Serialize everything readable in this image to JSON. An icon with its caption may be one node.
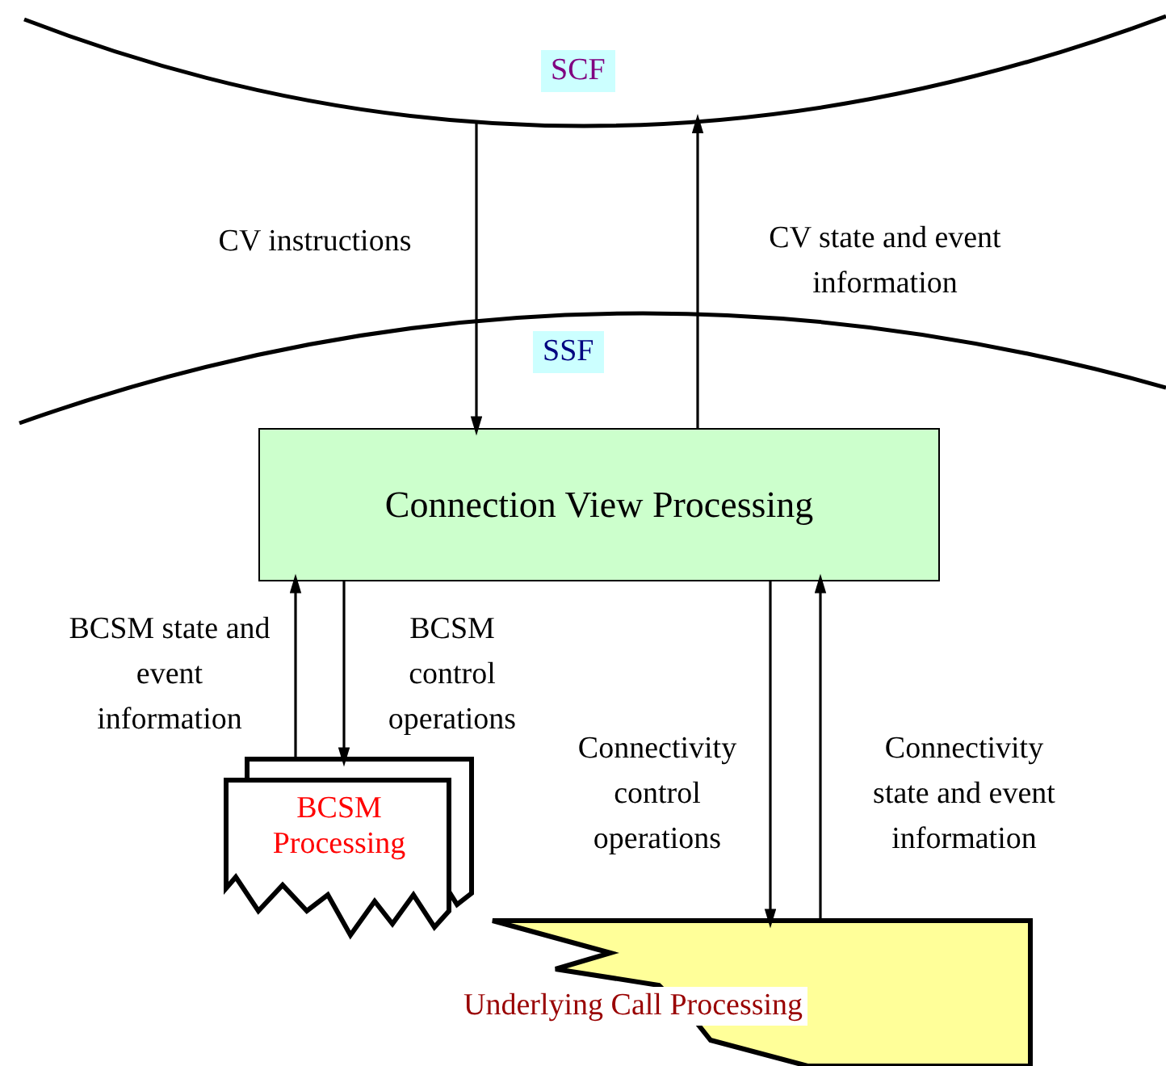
{
  "diagram": {
    "nodes": [
      {
        "text": [
          "SCF"
        ]
      },
      {
        "text": [
          "SSF"
        ]
      },
      {
        "text": [
          "Connection View Processing"
        ]
      },
      {
        "text": [
          "BCSM Processing"
        ]
      },
      {
        "text": [
          "Underlying Call Processing"
        ]
      }
    ],
    "edges": [
      {
        "from": 0,
        "to": 2,
        "arrow": "to",
        "label": "CV instructions"
      },
      {
        "from": 2,
        "to": 0,
        "arrow": "to",
        "label": "CV state and event information"
      },
      {
        "from": 3,
        "to": 2,
        "arrow": "to",
        "label": "BCSM state and event information"
      },
      {
        "from": 2,
        "to": 3,
        "arrow": "to",
        "label": "BCSM control operations"
      },
      {
        "from": 2,
        "to": 4,
        "arrow": "to",
        "label": "Connectivity control operations"
      },
      {
        "from": 4,
        "to": 2,
        "arrow": "to",
        "label": "Connectivity state and event information"
      }
    ]
  }
}
